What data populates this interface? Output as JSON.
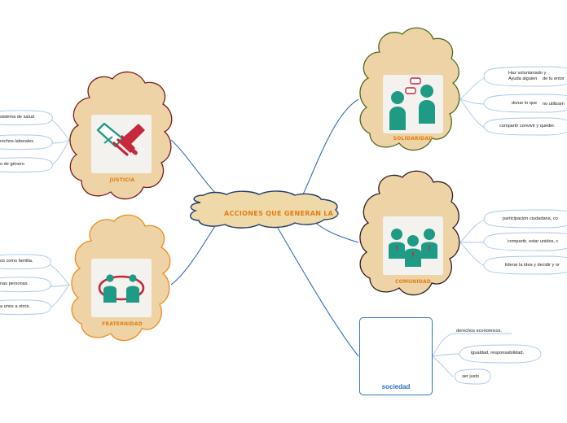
{
  "central": {
    "title": "ACCIONES QUE GENERAN LA :"
  },
  "nodes": {
    "justicia": {
      "title": "JUSTICIA",
      "items": [
        "sistema de salud",
        "rechos laborales",
        "o de género"
      ]
    },
    "fraternidad": {
      "title": "FRATERNIDAD",
      "items": [
        "os como familia.",
        "nas personas .",
        "a unos a otros."
      ]
    },
    "solidaridad": {
      "title": "SOLIDARIDAD",
      "items": [
        "Haz voluntariado y",
        "Ayuda alguien",
        "de tu entor",
        "donar lo que",
        "no utilizam",
        "compartir convivir y queder."
      ]
    },
    "comunidad": {
      "title": "COMUNIDAD",
      "items": [
        "participación  ciudadana, co",
        "`compartir, estar unidos, c",
        "liderar la idea y decidir y or"
      ]
    },
    "sociedad": {
      "title": "sociedad",
      "items": [
        "derechos economicos.",
        "igualdad, responsabilidad.",
        "ser justo"
      ]
    }
  },
  "colors": {
    "connector": "#2a6fb5",
    "leaf_bubble": "#a9c6e8",
    "cloud_fill": "#eed3a6",
    "central_fill": "#f0d9a8",
    "central_stroke": "#1f3c66",
    "justicia_stroke": "#7a1d1d",
    "fraternidad_stroke": "#f08a1c",
    "solidaridad_stroke": "#4f6b1d",
    "comunidad_stroke": "#2b1e1e",
    "teal": "#1f9a85",
    "red": "#c7283b",
    "title_orange": "#e07d12",
    "sociedad_border": "#2c78c3"
  },
  "icons": {
    "justicia": "handshake-icon",
    "fraternidad": "people-circle-icon",
    "solidaridad": "chat-people-icon",
    "comunidad": "group-people-icon",
    "sociedad": "business-people-icon"
  }
}
